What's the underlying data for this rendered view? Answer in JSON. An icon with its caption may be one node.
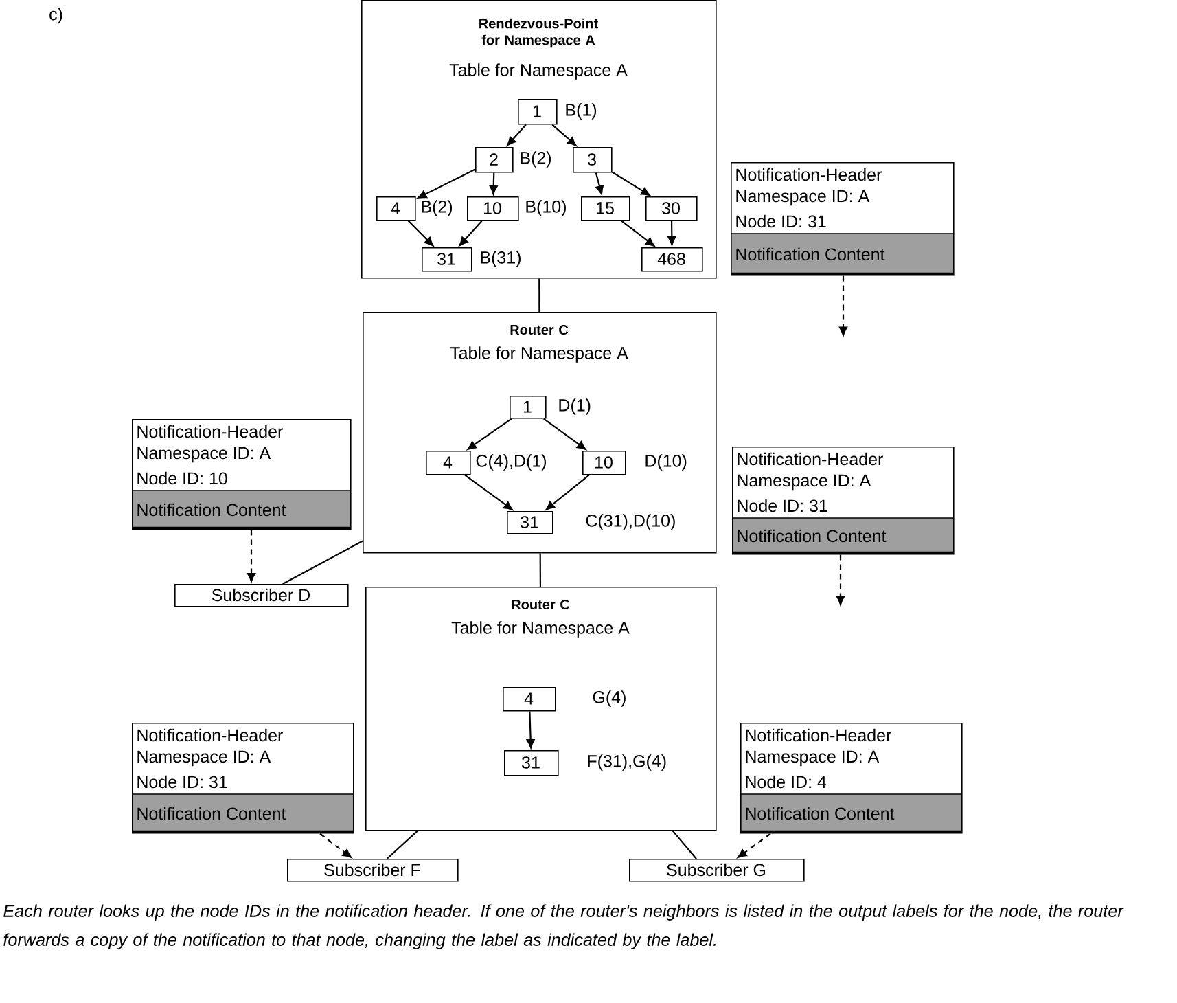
{
  "diagram": {
    "caption": "Each router looks up the node IDs in the notification header.  If one of the router's neighbors is listed in the output labels for the node, the router forwards a copy of the notification to that node, changing the label as indicated by the label.",
    "nodes": [
      {
        "text": [
          "Rendezvous-Point for Namespace A",
          "Table for Namespace A"
        ]
      },
      {
        "text": [
          "1"
        ],
        "beside": [
          "B(1)"
        ],
        "in": 0
      },
      {
        "text": [
          "2"
        ],
        "beside": [
          "B(2)"
        ],
        "in": 0
      },
      {
        "text": [
          "3"
        ],
        "in": 0
      },
      {
        "text": [
          "4"
        ],
        "beside": [
          "B(2)"
        ],
        "in": 0
      },
      {
        "text": [
          "10"
        ],
        "beside": [
          "B(10)"
        ],
        "in": 0
      },
      {
        "text": [
          "15"
        ],
        "in": 0
      },
      {
        "text": [
          "30"
        ],
        "in": 0
      },
      {
        "text": [
          "31"
        ],
        "beside": [
          "B(31)"
        ],
        "in": 0
      },
      {
        "text": [
          "468"
        ],
        "in": 0
      },
      {
        "text": [
          "Router C",
          "Table for Namespace A"
        ]
      },
      {
        "text": [
          "1"
        ],
        "beside": [
          "D(1)"
        ],
        "in": 10
      },
      {
        "text": [
          "4"
        ],
        "beside": [
          "C(4),D(1)"
        ],
        "in": 10
      },
      {
        "text": [
          "10"
        ],
        "beside": [
          "D(10)"
        ],
        "in": 10
      },
      {
        "text": [
          "31"
        ],
        "beside": [
          "C(31),D(10)"
        ],
        "in": 10
      },
      {
        "text": [
          "Router C",
          "Table for Namespace A"
        ]
      },
      {
        "text": [
          "4"
        ],
        "beside": [
          "G(4)"
        ],
        "in": 15
      },
      {
        "text": [
          "31"
        ],
        "beside": [
          "F(31),G(4)"
        ],
        "in": 15
      },
      {
        "text": [
          "Notification-Header",
          "Namespace ID: A",
          "Node ID: 31",
          "Notification Content"
        ]
      },
      {
        "text": [
          "Notification-Header",
          "Namespace ID: A",
          "Node ID: 10",
          "Notification Content"
        ]
      },
      {
        "text": [
          "Notification-Header",
          "Namespace ID: A",
          "Node ID: 31",
          "Notification Content"
        ]
      },
      {
        "text": [
          "Subscriber D"
        ]
      },
      {
        "text": [
          "Notification-Header",
          "Namespace ID: A",
          "Node ID: 31",
          "Notification Content"
        ]
      },
      {
        "text": [
          "Notification-Header",
          "Namespace ID: A",
          "Node ID: 4",
          "Notification Content"
        ]
      },
      {
        "text": [
          "Subscriber F"
        ]
      },
      {
        "text": [
          "Subscriber G"
        ]
      }
    ],
    "edges": [
      {
        "from": 1,
        "to": 2,
        "arrow": "to"
      },
      {
        "from": 1,
        "to": 3,
        "arrow": "to"
      },
      {
        "from": 2,
        "to": 4,
        "arrow": "to"
      },
      {
        "from": 2,
        "to": 5,
        "arrow": "to"
      },
      {
        "from": 3,
        "to": 6,
        "arrow": "to"
      },
      {
        "from": 3,
        "to": 7,
        "arrow": "to"
      },
      {
        "from": 4,
        "to": 8,
        "arrow": "to"
      },
      {
        "from": 5,
        "to": 8,
        "arrow": "to"
      },
      {
        "from": 6,
        "to": 9,
        "arrow": "to"
      },
      {
        "from": 7,
        "to": 9,
        "arrow": "to"
      },
      {
        "from": 11,
        "to": 12,
        "arrow": "to"
      },
      {
        "from": 11,
        "to": 13,
        "arrow": "to"
      },
      {
        "from": 12,
        "to": 14,
        "arrow": "to"
      },
      {
        "from": 13,
        "to": 14,
        "arrow": "to"
      },
      {
        "from": 16,
        "to": 17,
        "arrow": "to"
      },
      {
        "from": 0,
        "to": 10,
        "arrow": "none"
      },
      {
        "from": 10,
        "to": 15,
        "arrow": "none"
      },
      {
        "from": 10,
        "to": 21,
        "arrow": "none"
      },
      {
        "from": 15,
        "to": 24,
        "arrow": "none"
      },
      {
        "from": 15,
        "to": 25,
        "arrow": "none"
      },
      {
        "from": 18,
        "to": null,
        "arrow": "to",
        "style": "dashed"
      },
      {
        "from": 20,
        "to": null,
        "arrow": "to",
        "style": "dashed"
      },
      {
        "from": 19,
        "to": 21,
        "arrow": "to",
        "style": "dashed"
      },
      {
        "from": 22,
        "to": 24,
        "arrow": "to",
        "style": "dashed"
      },
      {
        "from": 23,
        "to": 25,
        "arrow": "to",
        "style": "dashed"
      }
    ],
    "labels": [
      "c)"
    ]
  }
}
